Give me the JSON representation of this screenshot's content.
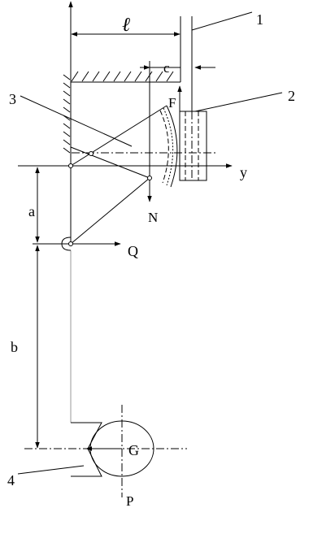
{
  "labels": {
    "l": "ℓ",
    "c": "c",
    "F": "F",
    "y": "y",
    "N": "N",
    "a": "a",
    "Q": "Q",
    "b": "b",
    "G": "G",
    "P": "P",
    "part1": "1",
    "part2": "2",
    "part3": "3",
    "part4": "4"
  },
  "colors": {
    "ink": "#000000",
    "paper": "#ffffff"
  }
}
